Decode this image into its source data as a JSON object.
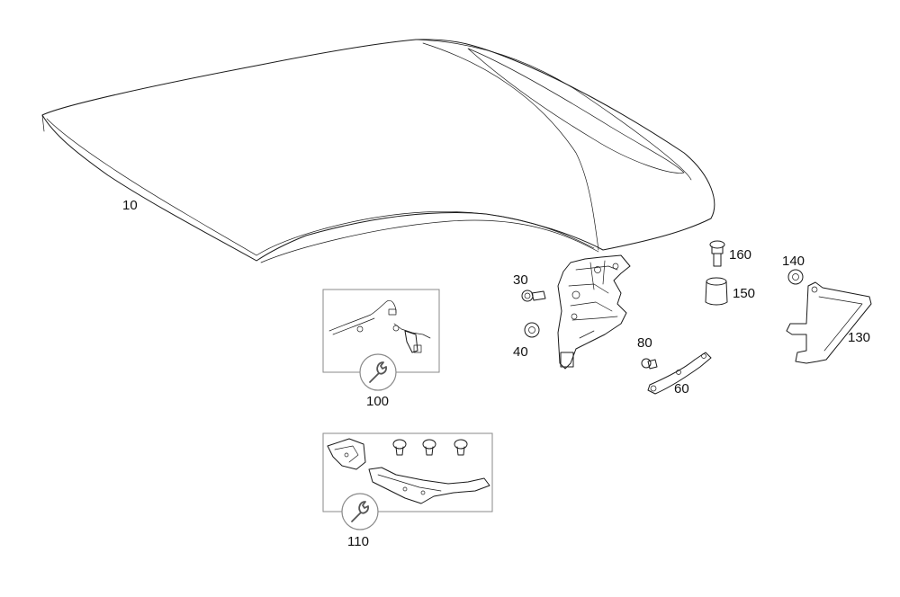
{
  "diagram": {
    "callouts": {
      "roof": "10",
      "bolt_30": "30",
      "nut_40": "40",
      "bracket_60": "60",
      "bolt_80": "80",
      "wiring_kit": "100",
      "repair_kit": "110",
      "bracket_130": "130",
      "nut_140": "140",
      "bumper_150": "150",
      "bolt_160": "160"
    },
    "icons": [
      "wrench-icon",
      "wrench-icon"
    ]
  }
}
